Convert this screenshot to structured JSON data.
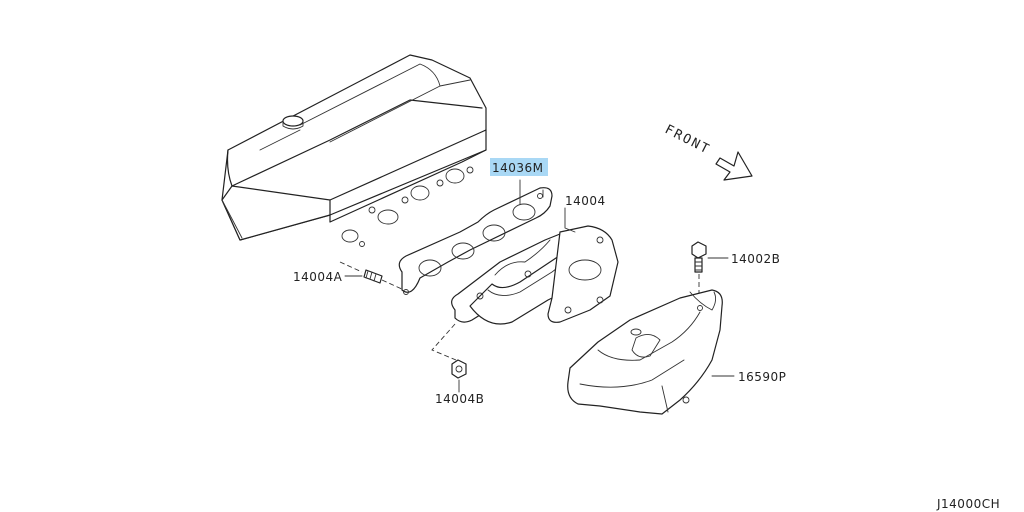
{
  "diagram": {
    "labels": {
      "part_14036M": "14036M",
      "part_14004": "14004",
      "part_14004A": "14004A",
      "part_14004B": "14004B",
      "part_14002B": "14002B",
      "part_16590P": "16590P",
      "front": "FRONT",
      "ref_code": "J14000CH"
    },
    "highlight_color": "#a9d8f5",
    "icons": [
      "front-arrow-icon"
    ]
  }
}
